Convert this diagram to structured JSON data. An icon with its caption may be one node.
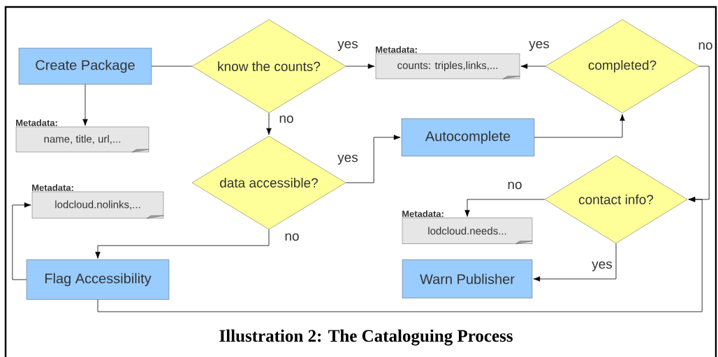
{
  "diagram": {
    "caption": "Illustration 2: The Cataloguing Process",
    "nodes": [
      {
        "text": [
          "Create Package"
        ]
      },
      {
        "text": [
          "know the counts?"
        ]
      },
      {
        "text": [
          "Metadata:",
          "counts: triples,links,..."
        ]
      },
      {
        "text": [
          "completed?"
        ]
      },
      {
        "text": [
          "Metadata:",
          "name, title, url,..."
        ]
      },
      {
        "text": [
          "data accessible?"
        ]
      },
      {
        "text": [
          "Autocomplete"
        ]
      },
      {
        "text": [
          "Metadata:",
          "lodcloud.nolinks,..."
        ]
      },
      {
        "text": [
          "contact info?"
        ]
      },
      {
        "text": [
          "Metadata:",
          "lodcloud.needs..."
        ]
      },
      {
        "text": [
          "Flag Accessibility"
        ]
      },
      {
        "text": [
          "Warn Publisher"
        ]
      }
    ],
    "edges": [
      {
        "from": 0,
        "to": 1,
        "arrow": "none"
      },
      {
        "from": 0,
        "to": 4,
        "arrow": "to"
      },
      {
        "from": 1,
        "to": 2,
        "arrow": "to",
        "label": "yes"
      },
      {
        "from": 1,
        "to": 5,
        "arrow": "to",
        "label": "no"
      },
      {
        "from": 5,
        "to": 6,
        "arrow": "to",
        "label": "yes"
      },
      {
        "from": 5,
        "to": 10,
        "arrow": "to",
        "label": "no"
      },
      {
        "from": 6,
        "to": 3,
        "arrow": "to"
      },
      {
        "from": 3,
        "to": 2,
        "arrow": "to",
        "label": "yes"
      },
      {
        "from": 3,
        "to": 8,
        "arrow": "to",
        "label": "no"
      },
      {
        "from": 10,
        "to": 8,
        "arrow": "to"
      },
      {
        "from": 10,
        "to": 7,
        "arrow": "to"
      },
      {
        "from": 8,
        "to": 9,
        "arrow": "to",
        "label": "no"
      },
      {
        "from": 8,
        "to": 11,
        "arrow": "to",
        "label": "yes"
      }
    ]
  }
}
